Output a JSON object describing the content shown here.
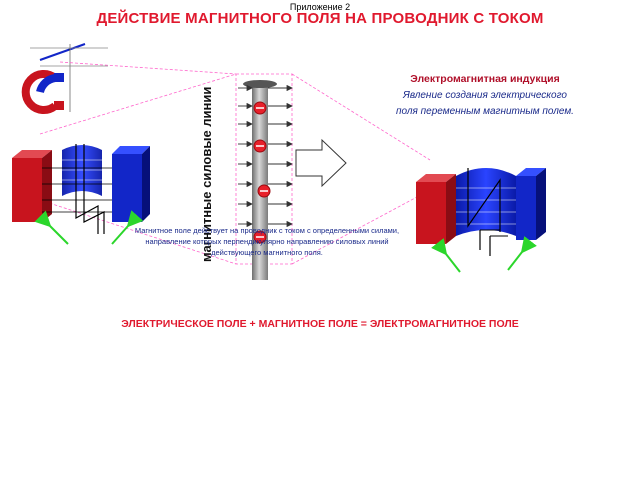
{
  "header": {
    "appendix_label": "Приложение 2",
    "title": "ДЕЙСТВИЕ МАГНИТНОГО ПОЛЯ НА ПРОВОДНИК С ТОКОМ"
  },
  "induction": {
    "title": "Электромагнитная индукция",
    "line1": "Явление создания электрического",
    "line2": "поля переменным магнитным полем."
  },
  "field_lines_label": "магнитные силовые линии",
  "caption": {
    "line1": "Магнитное поле действует на проводник с током с определенными силами,",
    "line2": "направление которых перпендикулярно направлению силовых линий",
    "line3": "действующего магнитного поля."
  },
  "equation": "ЭЛЕКТРИЧЕСКОЕ ПОЛЕ + МАГНИТНОЕ ПОЛЕ = ЭЛЕКТРОМАГНИТНОЕ ПОЛЕ",
  "colors": {
    "title_red": "#e0192e",
    "magnet_red": "#c8141e",
    "magnet_blue": "#1226c8",
    "wire_gray": "#8c8c8c",
    "charge_red": "#e8202a",
    "guide_pink": "#ff66cc",
    "arrow_green": "#2bd62b"
  },
  "icons": [
    "horseshoe-magnet-icon",
    "block-arrow-right-icon",
    "charge-minus-icon"
  ]
}
